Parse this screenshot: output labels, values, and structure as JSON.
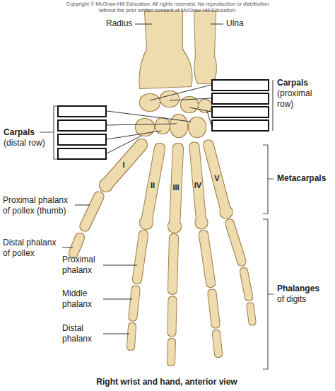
{
  "diagram": {
    "caption": "Right wrist and hand, anterior view",
    "labels": [
      "Copyright © McGraw-Hill Education. All rights reserved. No reproduction or distribution without the prior written consent of McGraw-Hill Education.",
      "Radius",
      "Ulna",
      "Carpals",
      "(proximal row)",
      "Carpals",
      "(distal row)",
      "I",
      "II",
      "III",
      "IV",
      "V",
      "Metacarpals",
      "Proximal phalanx of pollex (thumb)",
      "Distal phalanx of pollex",
      "Proximal phalanx",
      "Middle phalanx",
      "Distal phalanx",
      "Phalanges",
      "of digits"
    ]
  }
}
